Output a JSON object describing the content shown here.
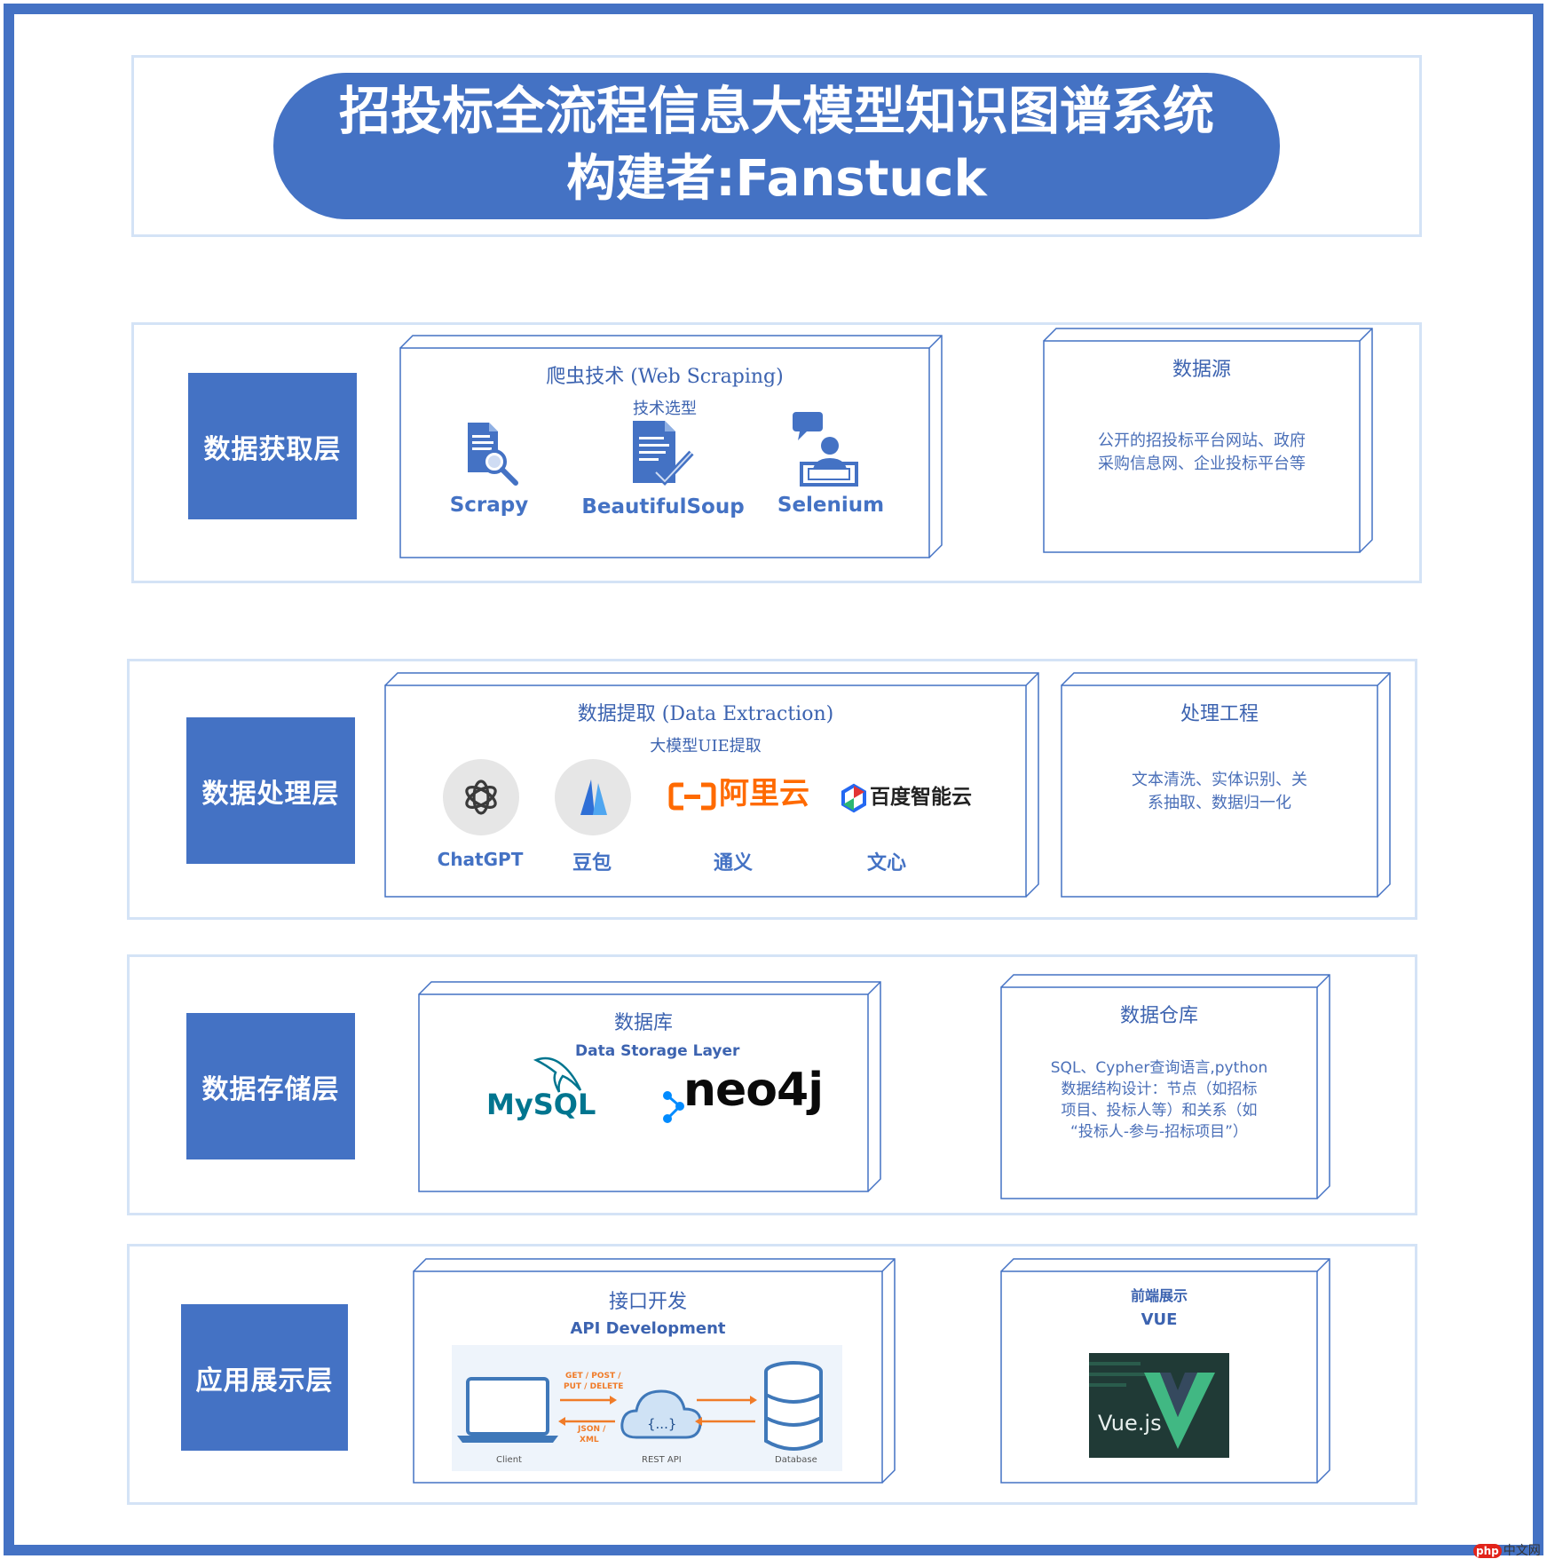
{
  "header": {
    "title": "招投标全流程信息大模型知识图谱系统",
    "author_line": "构建者:Fanstuck"
  },
  "layers": {
    "acquisition": {
      "label": "数据获取层",
      "scraping": {
        "title": "爬虫技术 (Web Scraping)",
        "subtitle": "技术选型",
        "tools": [
          "Scrapy",
          "BeautifulSoup",
          "Selenium"
        ]
      },
      "source": {
        "title": "数据源",
        "lines": [
          "公开的招投标平台网站、政府",
          "采购信息网、企业投标平台等"
        ]
      }
    },
    "processing": {
      "label": "数据处理层",
      "extraction": {
        "title": "数据提取 (Data Extraction)",
        "subtitle": "大模型UIE提取",
        "models": [
          "ChatGPT",
          "豆包",
          "通义",
          "文心"
        ],
        "logo_texts": [
          "阿里云",
          "百度智能云"
        ]
      },
      "engineering": {
        "title": "处理工程",
        "lines": [
          "文本清洗、实体识别、关",
          "系抽取、数据归一化"
        ]
      }
    },
    "storage": {
      "label": "数据存储层",
      "database": {
        "title": "数据库",
        "subtitle": "Data Storage Layer",
        "logos": [
          "MySQL",
          "neo4j"
        ]
      },
      "warehouse": {
        "title": "数据仓库",
        "lines": [
          "SQL、Cypher查询语言,python",
          "数据结构设计：节点（如招标",
          "项目、投标人等）和关系（如",
          "“投标人-参与-招标项目”）"
        ]
      }
    },
    "application": {
      "label": "应用展示层",
      "api": {
        "title": "接口开发",
        "subtitle": "API Development",
        "diagram": {
          "methods_line1": "GET / POST /",
          "methods_line2": "PUT / DELETE",
          "format_line1": "JSON /",
          "format_line2": "XML",
          "braces": "{...}",
          "client": "Client",
          "rest_api": "REST API",
          "database": "Database"
        }
      },
      "frontend": {
        "title": "前端展示",
        "subtitle": "VUE",
        "logo_text": "Vue.js"
      }
    }
  },
  "watermark": {
    "brand": "php",
    "site": "中文网"
  },
  "colors": {
    "frame": "#4472c4",
    "panel_border": "#d4e3f6",
    "accent_text": "#3c63b0",
    "alibaba": "#ff6a00",
    "vue_green": "#41b883",
    "vue_dark": "#35495e",
    "mysql_blue": "#00758f",
    "mysql_orange": "#f29111",
    "api_orange": "#f07b28"
  }
}
